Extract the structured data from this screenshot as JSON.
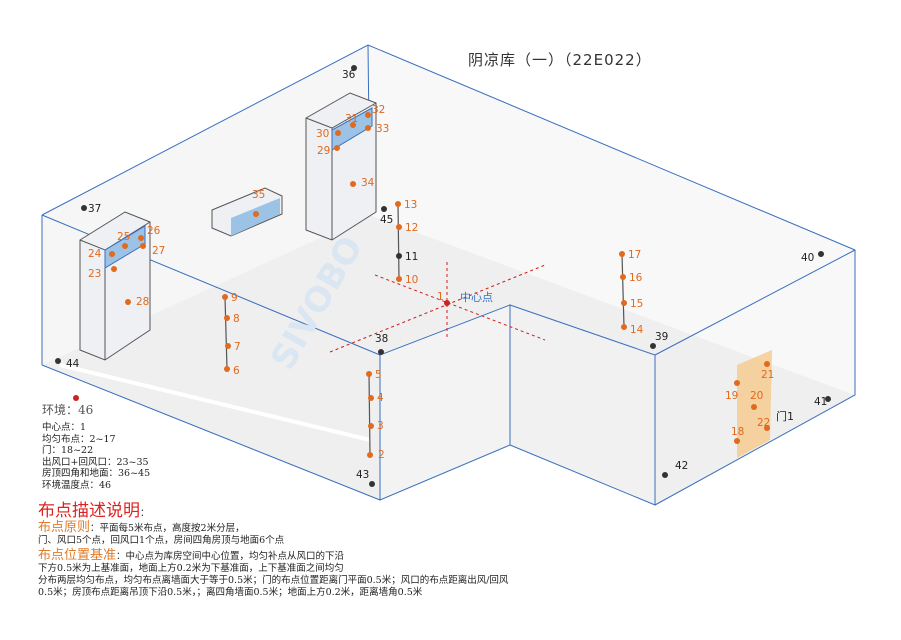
{
  "title": "阴凉库（一）（22E022）",
  "center_label": "中心点",
  "door_label": "门1",
  "watermark": "SIVOBO",
  "env": {
    "label": "环境：",
    "value": "46"
  },
  "legend": [
    "中心点：1",
    "均匀布点：2~17",
    "门：18~22",
    "出风口+回风口：23~35",
    "房顶四角和地面：36~45",
    "环境温度点：46"
  ],
  "description": {
    "heading": "布点描述说明",
    "heading_suffix": "：",
    "principle_label": "布点原则",
    "principle_text": "：平面每5米布点，高度按2米分层，",
    "principle_text2": "门、风口5个点，回风口1个点，房间四角房顶与地面6个点",
    "basis_label": "布点位置基准",
    "basis_text": "：中心点为库房空间中心位置，均匀补点从风口的下沿",
    "basis_text2": "下方0.5米为上基准面，地面上方0.2米为下基准面，上下基准面之间均匀",
    "basis_text3": "分布两层均匀布点，均匀布点离墙面大于等于0.5米；门的布点位置距离门平面0.5米；风口的布点距离出风/回风",
    "basis_text4": "0.5米；房顶布点距离吊顶下沿0.5米，；离四角墙面0.5米；地面上方0.2米，距离墙角0.5米"
  },
  "colors": {
    "wall": "#3a6fbf",
    "orange": "#e06a1e",
    "dark": "#444444",
    "red": "#cc2222"
  },
  "points": [
    {
      "n": "1",
      "c": "red"
    },
    {
      "n": "2",
      "c": "orange"
    },
    {
      "n": "3",
      "c": "orange"
    },
    {
      "n": "4",
      "c": "orange"
    },
    {
      "n": "5",
      "c": "orange"
    },
    {
      "n": "6",
      "c": "orange"
    },
    {
      "n": "7",
      "c": "orange"
    },
    {
      "n": "8",
      "c": "orange"
    },
    {
      "n": "9",
      "c": "orange"
    },
    {
      "n": "10",
      "c": "orange"
    },
    {
      "n": "11",
      "c": "dark"
    },
    {
      "n": "12",
      "c": "orange"
    },
    {
      "n": "13",
      "c": "orange"
    },
    {
      "n": "14",
      "c": "orange"
    },
    {
      "n": "15",
      "c": "orange"
    },
    {
      "n": "16",
      "c": "orange"
    },
    {
      "n": "17",
      "c": "orange"
    },
    {
      "n": "18",
      "c": "orange"
    },
    {
      "n": "19",
      "c": "orange"
    },
    {
      "n": "20",
      "c": "orange"
    },
    {
      "n": "21",
      "c": "orange"
    },
    {
      "n": "22",
      "c": "orange"
    },
    {
      "n": "23",
      "c": "orange"
    },
    {
      "n": "24",
      "c": "orange"
    },
    {
      "n": "25",
      "c": "orange"
    },
    {
      "n": "26",
      "c": "orange"
    },
    {
      "n": "27",
      "c": "orange"
    },
    {
      "n": "28",
      "c": "orange"
    },
    {
      "n": "29",
      "c": "orange"
    },
    {
      "n": "30",
      "c": "orange"
    },
    {
      "n": "31",
      "c": "orange"
    },
    {
      "n": "32",
      "c": "orange"
    },
    {
      "n": "33",
      "c": "orange"
    },
    {
      "n": "34",
      "c": "orange"
    },
    {
      "n": "35",
      "c": "orange"
    },
    {
      "n": "36",
      "c": "dark"
    },
    {
      "n": "37",
      "c": "dark"
    },
    {
      "n": "38",
      "c": "dark"
    },
    {
      "n": "39",
      "c": "dark"
    },
    {
      "n": "40",
      "c": "dark"
    },
    {
      "n": "41",
      "c": "dark"
    },
    {
      "n": "42",
      "c": "dark"
    },
    {
      "n": "43",
      "c": "dark"
    },
    {
      "n": "44",
      "c": "dark"
    },
    {
      "n": "45",
      "c": "dark"
    }
  ]
}
